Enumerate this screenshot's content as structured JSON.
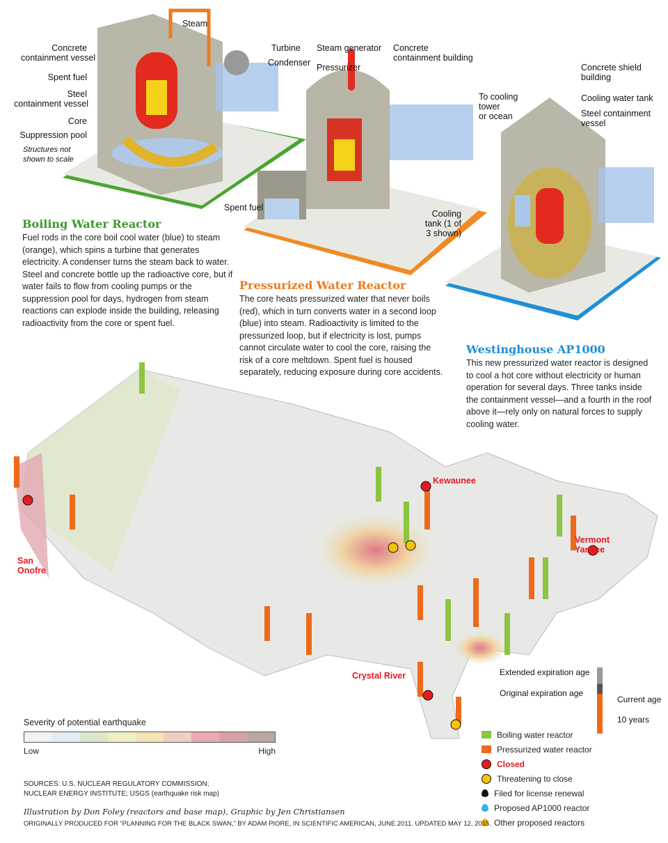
{
  "bwr": {
    "labels": {
      "steam": "Steam",
      "turbine": "Turbine",
      "concrete_vessel": "Concrete\ncontainment vessel",
      "condenser": "Condenser",
      "spent_fuel": "Spent fuel",
      "steel_vessel": "Steel\ncontainment vessel",
      "core": "Core",
      "suppression_pool": "Suppression pool",
      "scale_note": "Structures not\nshown to scale"
    },
    "title": "Boiling Water Reactor",
    "color": "#3a9a2a",
    "text": "Fuel rods in the core boil cool water (blue) to steam (orange), which spins a turbine that generates electricity. A condenser turns the steam back to water. Steel and concrete bottle up the radioactive core, but if water fails to flow from cooling pumps or the suppression pool for days, hydrogen from steam reactions can explode inside the building, releasing radioactivity from the core or spent fuel."
  },
  "pwr": {
    "labels": {
      "steam_generator": "Steam generator",
      "concrete_building": "Concrete\ncontainment building",
      "pressurizer": "Pressurizer",
      "cooling": "To cooling\ntower\nor ocean",
      "spent_fuel": "Spent fuel"
    },
    "title": "Pressurized Water Reactor",
    "color": "#ee7a1a",
    "text": "The core heats pressurized water that never boils (red), which in turn converts water in a second loop (blue) into steam. Radioactivity is limited to the pressurized loop, but if electricity is lost, pumps cannot circulate water to cool the core, raising the risk of a core meltdown. Spent fuel is housed separately, reducing exposure during core accidents."
  },
  "ap1000": {
    "labels": {
      "shield": "Concrete shield\nbuilding",
      "tank": "Cooling water tank",
      "steel_vessel": "Steel containment\nvessel",
      "cooling_tank": "Cooling\ntank (1 of\n3 shown)"
    },
    "title": "Westinghouse AP1000",
    "color": "#1f8fd6",
    "text": "This new pressurized water reactor is designed to cool a hot core without electricity or human operation for several days. Three tanks inside the containment vessel—and a fourth in the roof above it—rely only on natural forces to supply cooling water."
  },
  "map": {
    "places": [
      "San\nOnofre",
      "Kewaunee",
      "Vermont\nYankee",
      "Crystal River"
    ]
  },
  "age_legend": {
    "extended": "Extended expiration age",
    "original": "Original expiration age",
    "current": "Current age",
    "ten": "10 years"
  },
  "severity": {
    "title": "Severity of potential earthquake",
    "low": "Low",
    "high": "High",
    "colors": [
      "#f2f2f2",
      "#e3ecf3",
      "#dbe8cc",
      "#eef0c4",
      "#f4e3b5",
      "#f0cfc3",
      "#e9a9b5",
      "#d6a2a8",
      "#b9a8a0"
    ]
  },
  "legend": [
    {
      "label": "Boiling water reactor",
      "color": "#8cc53f"
    },
    {
      "label": "Pressurized water reactor",
      "color": "#ee6a1a"
    },
    {
      "label": "Closed",
      "color": "#e31b23"
    },
    {
      "label": "Threatening to close",
      "color": "#f4c20d"
    },
    {
      "label": "Filed for license renewal",
      "color": "#111111"
    },
    {
      "label": "Proposed AP1000 reactor",
      "color": "#38b0e8"
    },
    {
      "label": "Other proposed reactors",
      "color": "#f4b400"
    }
  ],
  "sources": {
    "line1": "SOURCES: U.S. NUCLEAR REGULATORY COMMISSION;",
    "line2": "NUCLEAR ENERGY INSTITUTE; USGS (earthquake risk map)"
  },
  "credits": {
    "illustration": "Illustration by Don Foley (reactors and base map), Graphic by Jen Christiansen",
    "origin": "ORIGINALLY PRODUCED FOR “PLANNING FOR THE BLACK SWAN,” BY ADAM PIORE, IN SCIENTIFIC AMERICAN, JUNE 2011. UPDATED MAY 12, 2015."
  }
}
